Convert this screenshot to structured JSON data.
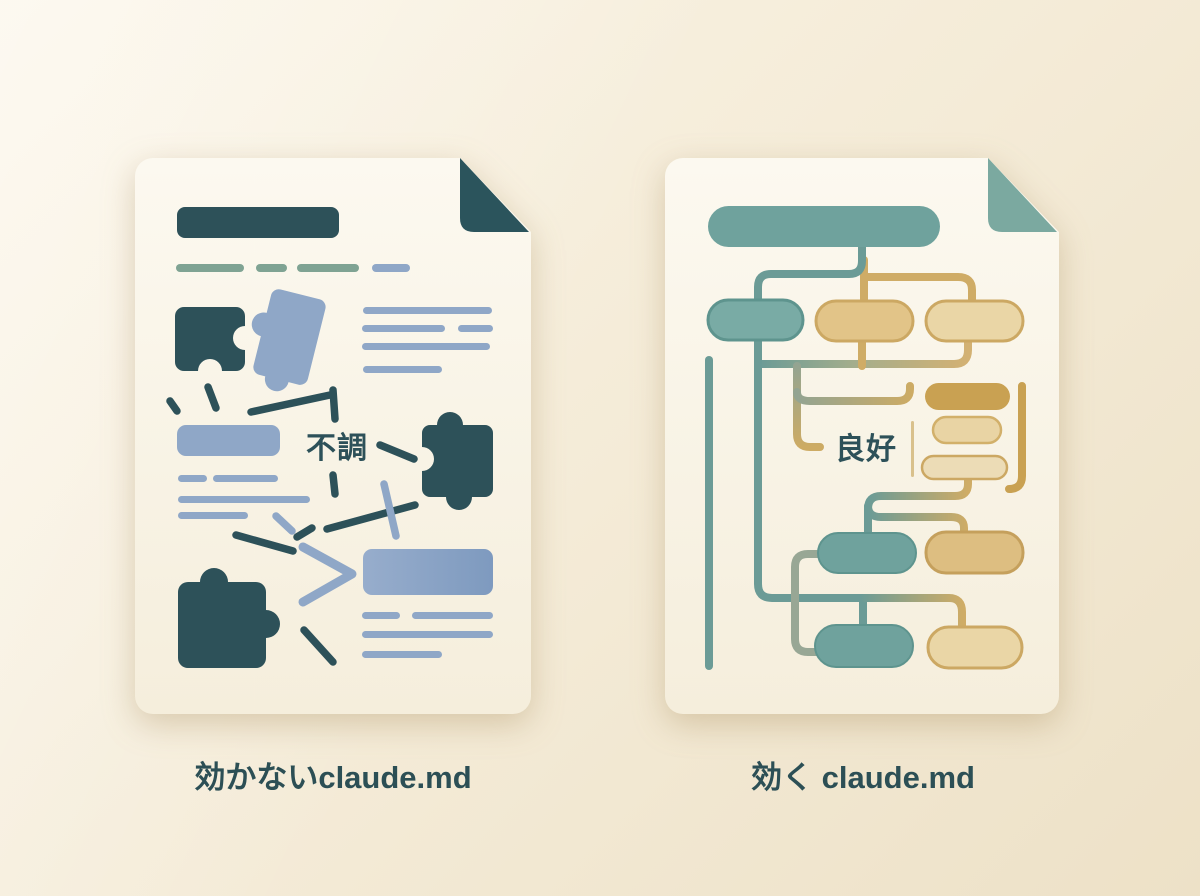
{
  "left_document": {
    "caption": "効かないclaude.md",
    "status_label": "不調"
  },
  "right_document": {
    "caption": "効く claude.md",
    "status_label": "良好"
  },
  "palette": {
    "background_top": "#FBF5E7",
    "background_mid": "#F4EBD7",
    "background_bottom": "#EDE1C7",
    "paper_top": "#FCF9F0",
    "paper_bottom": "#F5EEDC",
    "ink_teal": "#2D5159",
    "fold_dark": "#2B545C",
    "fold_light": "#7BA9A0",
    "blue_gray": "#8FA7C7",
    "blue_gray_deep": "#7E9ABF",
    "sage": "#7FA393",
    "sage_line": "#98A795",
    "teal_node": "#6FA29D",
    "teal_node_light": "#79ABA5",
    "teal_border": "#5E948E",
    "teal_line": "#6B9B96",
    "gold_node": "#DDBE81",
    "gold_node_mid": "#E2C488",
    "gold_node_light": "#EAD6A6",
    "gold_node_pale": "#ECDCB6",
    "gold_node_dark": "#C9A152",
    "gold_border": "#CCA863",
    "gold_line": "#CFAC66",
    "caption_color": "#2C4F55"
  }
}
